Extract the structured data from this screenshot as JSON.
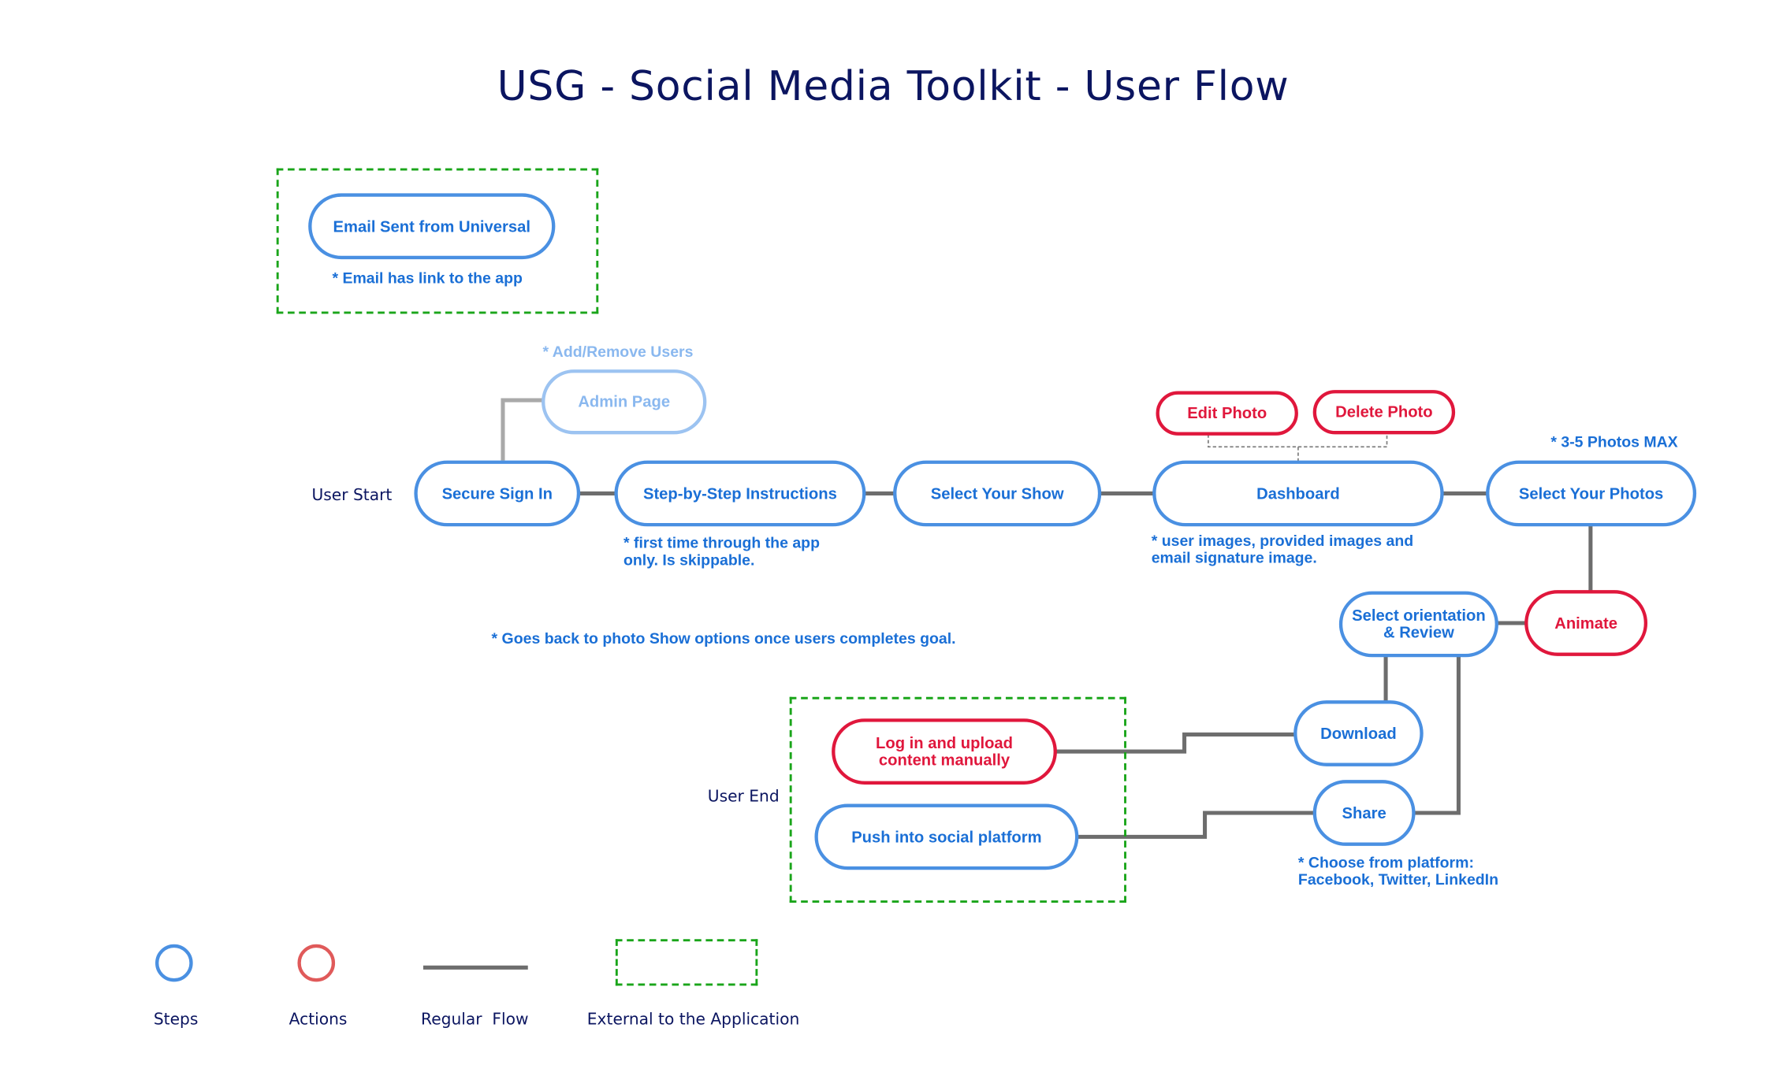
{
  "title": "USG - Social Media Toolkit - User Flow",
  "colors": {
    "step": "#4a90e2",
    "action": "#e0173c",
    "flow": "#6d6d6d",
    "external": "#1aa51a",
    "text_dark": "#0b1560"
  },
  "labels": {
    "user_start": "User Start",
    "user_end": "User End"
  },
  "nodes": {
    "email_sent": "Email Sent from Universal",
    "admin_page": "Admin Page",
    "secure_sign_in": "Secure Sign In",
    "step_by_step": "Step-by-Step Instructions",
    "select_show": "Select Your Show",
    "dashboard": "Dashboard",
    "edit_photo": "Edit Photo",
    "delete_photo": "Delete Photo",
    "select_photos": "Select Your Photos",
    "animate": "Animate",
    "select_orientation_line1": "Select orientation",
    "select_orientation_line2": "& Review",
    "download": "Download",
    "share": "Share",
    "log_in_upload_line1": "Log in and upload",
    "log_in_upload_line2": "content manually",
    "push_social": "Push into social platform"
  },
  "notes": {
    "email_link": "* Email has link to the app",
    "add_remove_users": "* Add/Remove Users",
    "first_time_line1": "* first time through the app",
    "first_time_line2": "only. Is skippable.",
    "user_images_line1": "* user images, provided images and",
    "user_images_line2": "email signature image.",
    "photos_max": "* 3-5 Photos MAX",
    "goes_back": "* Goes back to photo Show options once users completes goal.",
    "choose_platform_line1": "* Choose from platform:",
    "choose_platform_line2": "Facebook, Twitter, LinkedIn"
  },
  "legend": {
    "steps": "Steps",
    "actions": "Actions",
    "regular_flow": "Regular  Flow",
    "external": "External to the Application"
  }
}
